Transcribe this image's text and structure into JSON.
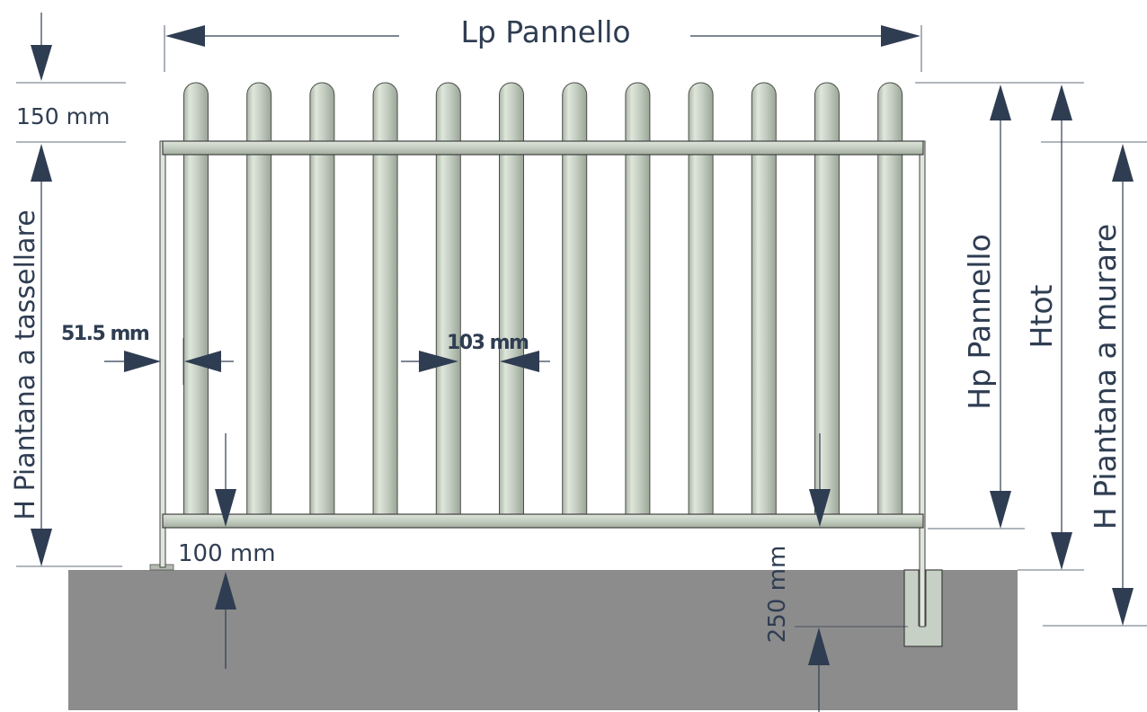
{
  "labels": {
    "panel_length": "Lp Pannello",
    "top_offset": "150 mm",
    "post_h_anchored": "H Piantana a tassellare",
    "edge_gap": "51.5 mm",
    "picket_pitch": "103 mm",
    "ground_clearance": "100 mm",
    "embed_depth": "250 mm",
    "panel_height": "Hp Pannello",
    "total_height": "Htot",
    "post_h_embedded": "H Piantana a murare"
  },
  "colors": {
    "dimension": "#2f3d52",
    "picket": "#c9d2c6",
    "rail": "#c7d0c4",
    "ground": "#8c8c8c"
  },
  "picket_count": 12
}
